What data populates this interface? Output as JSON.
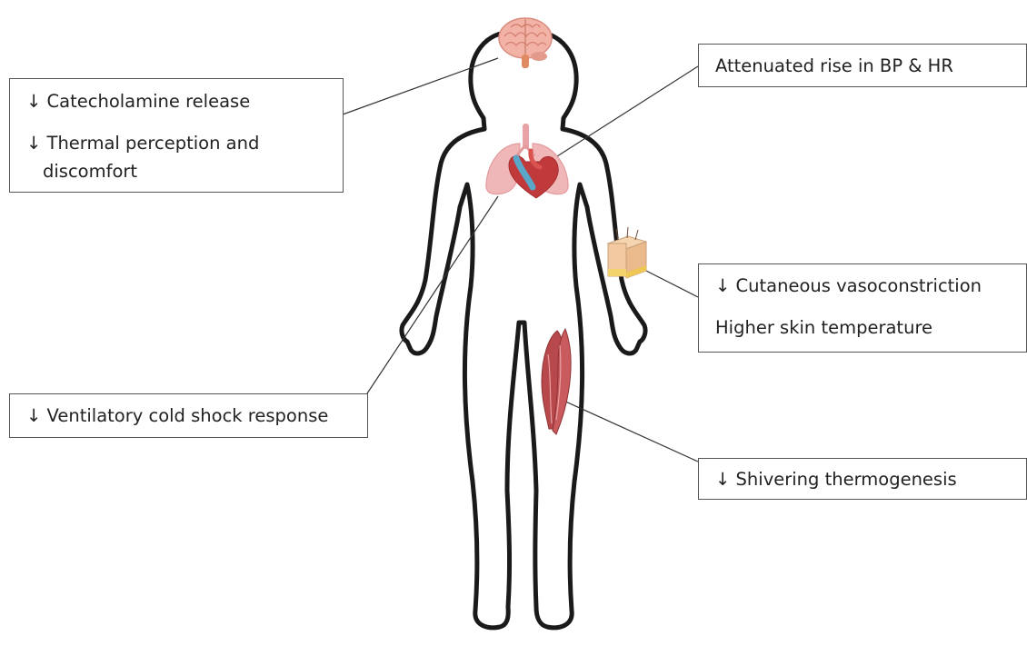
{
  "annotations": {
    "brain": {
      "lines": [
        "↓ Catecholamine release",
        "↓ Thermal perception and",
        "discomfort"
      ]
    },
    "heart": {
      "lines": [
        "Attenuated rise in BP & HR"
      ]
    },
    "skin": {
      "lines": [
        "↓ Cutaneous vasoconstriction",
        "Higher skin temperature"
      ]
    },
    "lungs": {
      "lines": [
        "↓ Ventilatory cold shock response"
      ]
    },
    "muscle": {
      "lines": [
        "↓ Shivering thermogenesis"
      ]
    }
  },
  "icons": [
    "brain-icon",
    "lungs-icon",
    "heart-icon",
    "skin-section-icon",
    "thigh-muscle-icon"
  ],
  "colors": {
    "body_outline": "#1a1a1a",
    "connector": "#333333",
    "brain": "#f2b3a6",
    "lungs": "#f0b7b9",
    "heart": "#c0393b",
    "vessel_blue": "#5aa7c9",
    "muscle": "#b7484c",
    "skin": "#f2c9a0"
  }
}
